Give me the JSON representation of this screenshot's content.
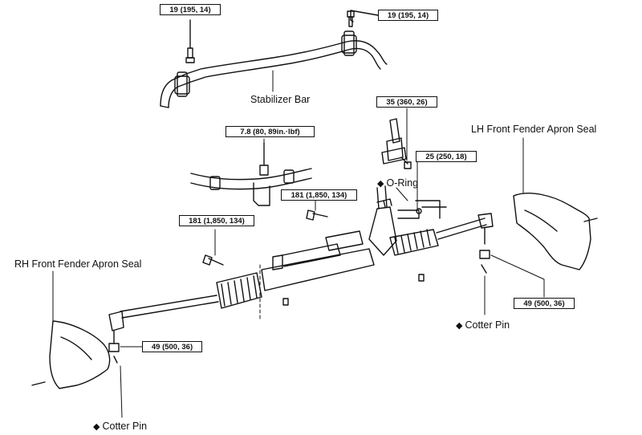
{
  "torque_specs": {
    "stab_left": "19 (195, 14)",
    "stab_right": "19 (195, 14)",
    "gear_top": "35 (360, 26)",
    "line": "25 (250, 18)",
    "clamp": "7.8 (80, 89in.·lbf)",
    "mount_center": "181 (1,850, 134)",
    "mount_left": "181 (1,850, 134)",
    "tie_rod_right": "49 (500, 36)",
    "tie_rod_left": "49 (500, 36)"
  },
  "parts": {
    "stabilizer_bar": "Stabilizer Bar",
    "o_ring": "O-Ring",
    "lh_seal": "LH Front Fender Apron Seal",
    "rh_seal": "RH Front Fender Apron Seal",
    "cotter_pin_right": "Cotter Pin",
    "cotter_pin_left": "Cotter Pin"
  },
  "symbols": {
    "non_reusable": "◆"
  }
}
